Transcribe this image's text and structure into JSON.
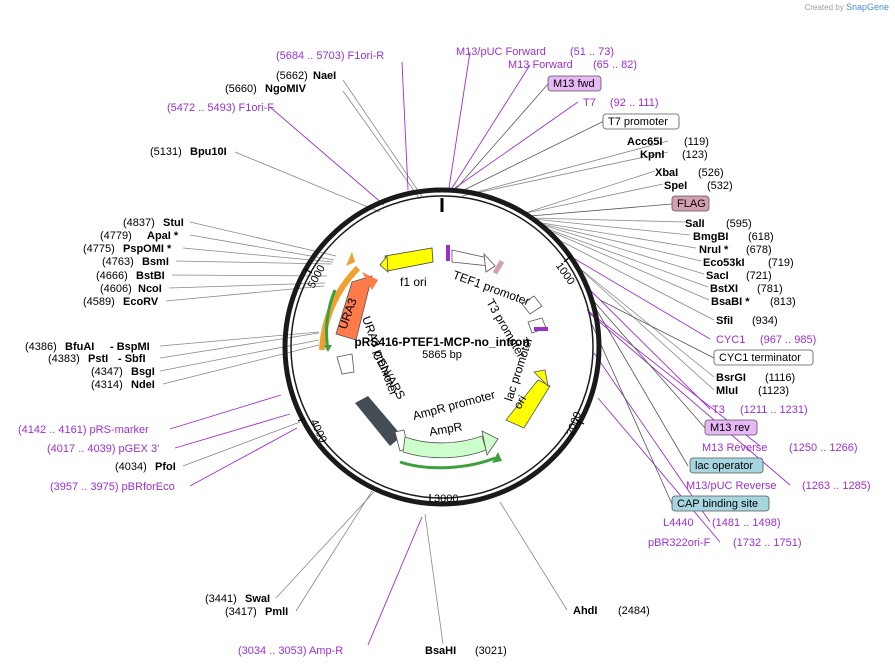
{
  "credit": {
    "prefix": "Created by",
    "brand": "SnapGene"
  },
  "plasmid": {
    "name": "pRS416-PTEF1-MCP-no_intron",
    "length": "5865 bp"
  },
  "ticks": [
    "1000",
    "2000",
    "3000",
    "4000",
    "5000"
  ],
  "colors": {
    "primer": "#9b30d0",
    "backbone": "#1a1a1a",
    "ori": "#ffff00",
    "promoter": "#ffffff",
    "URA3": "#ff7b4a",
    "AmpR": "#ccffcc",
    "ori_f1": "#ffff00",
    "CEN": "#444d55"
  },
  "labels": {
    "f1ori_r": "(5684 .. 5703)  F1ori-R",
    "naei": "NaeI",
    "naei_pos": "(5662)",
    "ngomiv": "NgoMIV",
    "ngomiv_pos": "(5660)",
    "f1ori_f": "(5472 .. 5493)  F1ori-F",
    "bpu10i": "Bpu10I",
    "bpu10i_pos": "(5131)",
    "stui": "StuI",
    "stui_pos": "(4837)",
    "apai": "ApaI *",
    "apai_pos": "(4779)",
    "pspomi": "PspOMI *",
    "pspomi_pos": "(4775)",
    "bsmi": "BsmI",
    "bsmi_pos": "(4763)",
    "bstbi": "BstBI",
    "bstbi_pos": "(4666)",
    "ncoi": "NcoI",
    "ncoi_pos": "(4606)",
    "ecorv": "EcoRV",
    "ecorv_pos": "(4589)",
    "bfuai": "BfuAI",
    "bfuai_pos": "(4386)",
    "bspmi": "- BspMI",
    "psti": "PstI",
    "psti_pos": "(4383)",
    "sbfi": "- SbfI",
    "bsgi": "BsgI",
    "bsgi_pos": "(4347)",
    "ndei": "NdeI",
    "ndei_pos": "(4314)",
    "prs_marker": "(4142 .. 4161)  pRS-marker",
    "pgex3": "(4017 .. 4039)  pGEX 3'",
    "pfoi": "PfoI",
    "pfoi_pos": "(4034)",
    "pbrforeco": "(3957 .. 3975)  pBRforEco",
    "swai": "SwaI",
    "swai_pos": "(3441)",
    "pmli": "PmlI",
    "pmli_pos": "(3417)",
    "ampr_primer": "(3034 .. 3053)  Amp-R",
    "bsahi": "BsaHI",
    "bsahi_pos": "(3021)",
    "ahdi": "AhdI",
    "ahdi_pos": "(2484)",
    "m13puc_fwd": "M13/pUC Forward",
    "m13puc_fwd_pos": "(51 .. 73)",
    "m13_forward": "M13 Forward",
    "m13_forward_pos": "(65 .. 82)",
    "m13fwd": "M13 fwd",
    "t7": "T7",
    "t7_pos": "(92 .. 111)",
    "t7promoter": "T7 promoter",
    "acc65i": "Acc65I",
    "acc65i_pos": "(119)",
    "kpni": "KpnI",
    "kpni_pos": "(123)",
    "xbai": "XbaI",
    "xbai_pos": "(526)",
    "spei": "SpeI",
    "spei_pos": "(532)",
    "flag": "FLAG",
    "sali": "SalI",
    "sali_pos": "(595)",
    "bmgbi": "BmgBI",
    "bmgbi_pos": "(618)",
    "nrui": "NruI *",
    "nrui_pos": "(678)",
    "eco53ki": "Eco53kI",
    "eco53ki_pos": "(719)",
    "saci": "SacI",
    "saci_pos": "(721)",
    "bstxi": "BstXI",
    "bstxi_pos": "(781)",
    "bsabi": "BsaBI *",
    "bsabi_pos": "(813)",
    "sfii": "SfiI",
    "sfii_pos": "(934)",
    "cyc1": "CYC1",
    "cyc1_pos": "(967 .. 985)",
    "cyc1term": "CYC1 terminator",
    "bsrgi": "BsrGI",
    "bsrgi_pos": "(1116)",
    "mlui": "MluI",
    "mlui_pos": "(1123)",
    "t3": "T3",
    "t3_pos": "(1211 .. 1231)",
    "m13rev": "M13 rev",
    "m13reverse": "M13 Reverse",
    "m13reverse_pos": "(1250 .. 1266)",
    "lacop": "lac operator",
    "m13puc_rev": "M13/pUC Reverse",
    "m13puc_rev_pos": "(1263 .. 1285)",
    "cap": "CAP binding site",
    "l4440": "L4440",
    "l4440_pos": "(1481 .. 1498)",
    "pbr322ori": "pBR322ori-F",
    "pbr322ori_pos": "(1732 .. 1751)"
  },
  "features": {
    "tef1": "TEF1 promoter",
    "t3prom": "T3 promoter",
    "lacprom": "lac promoter",
    "ori": "ori",
    "amprprom": "AmpR promoter",
    "ampr": "AmpR",
    "cen": "CEN/ARS",
    "ura3prom": "URA3 promoter",
    "ura3": "URA3",
    "f1ori": "f1 ori"
  }
}
